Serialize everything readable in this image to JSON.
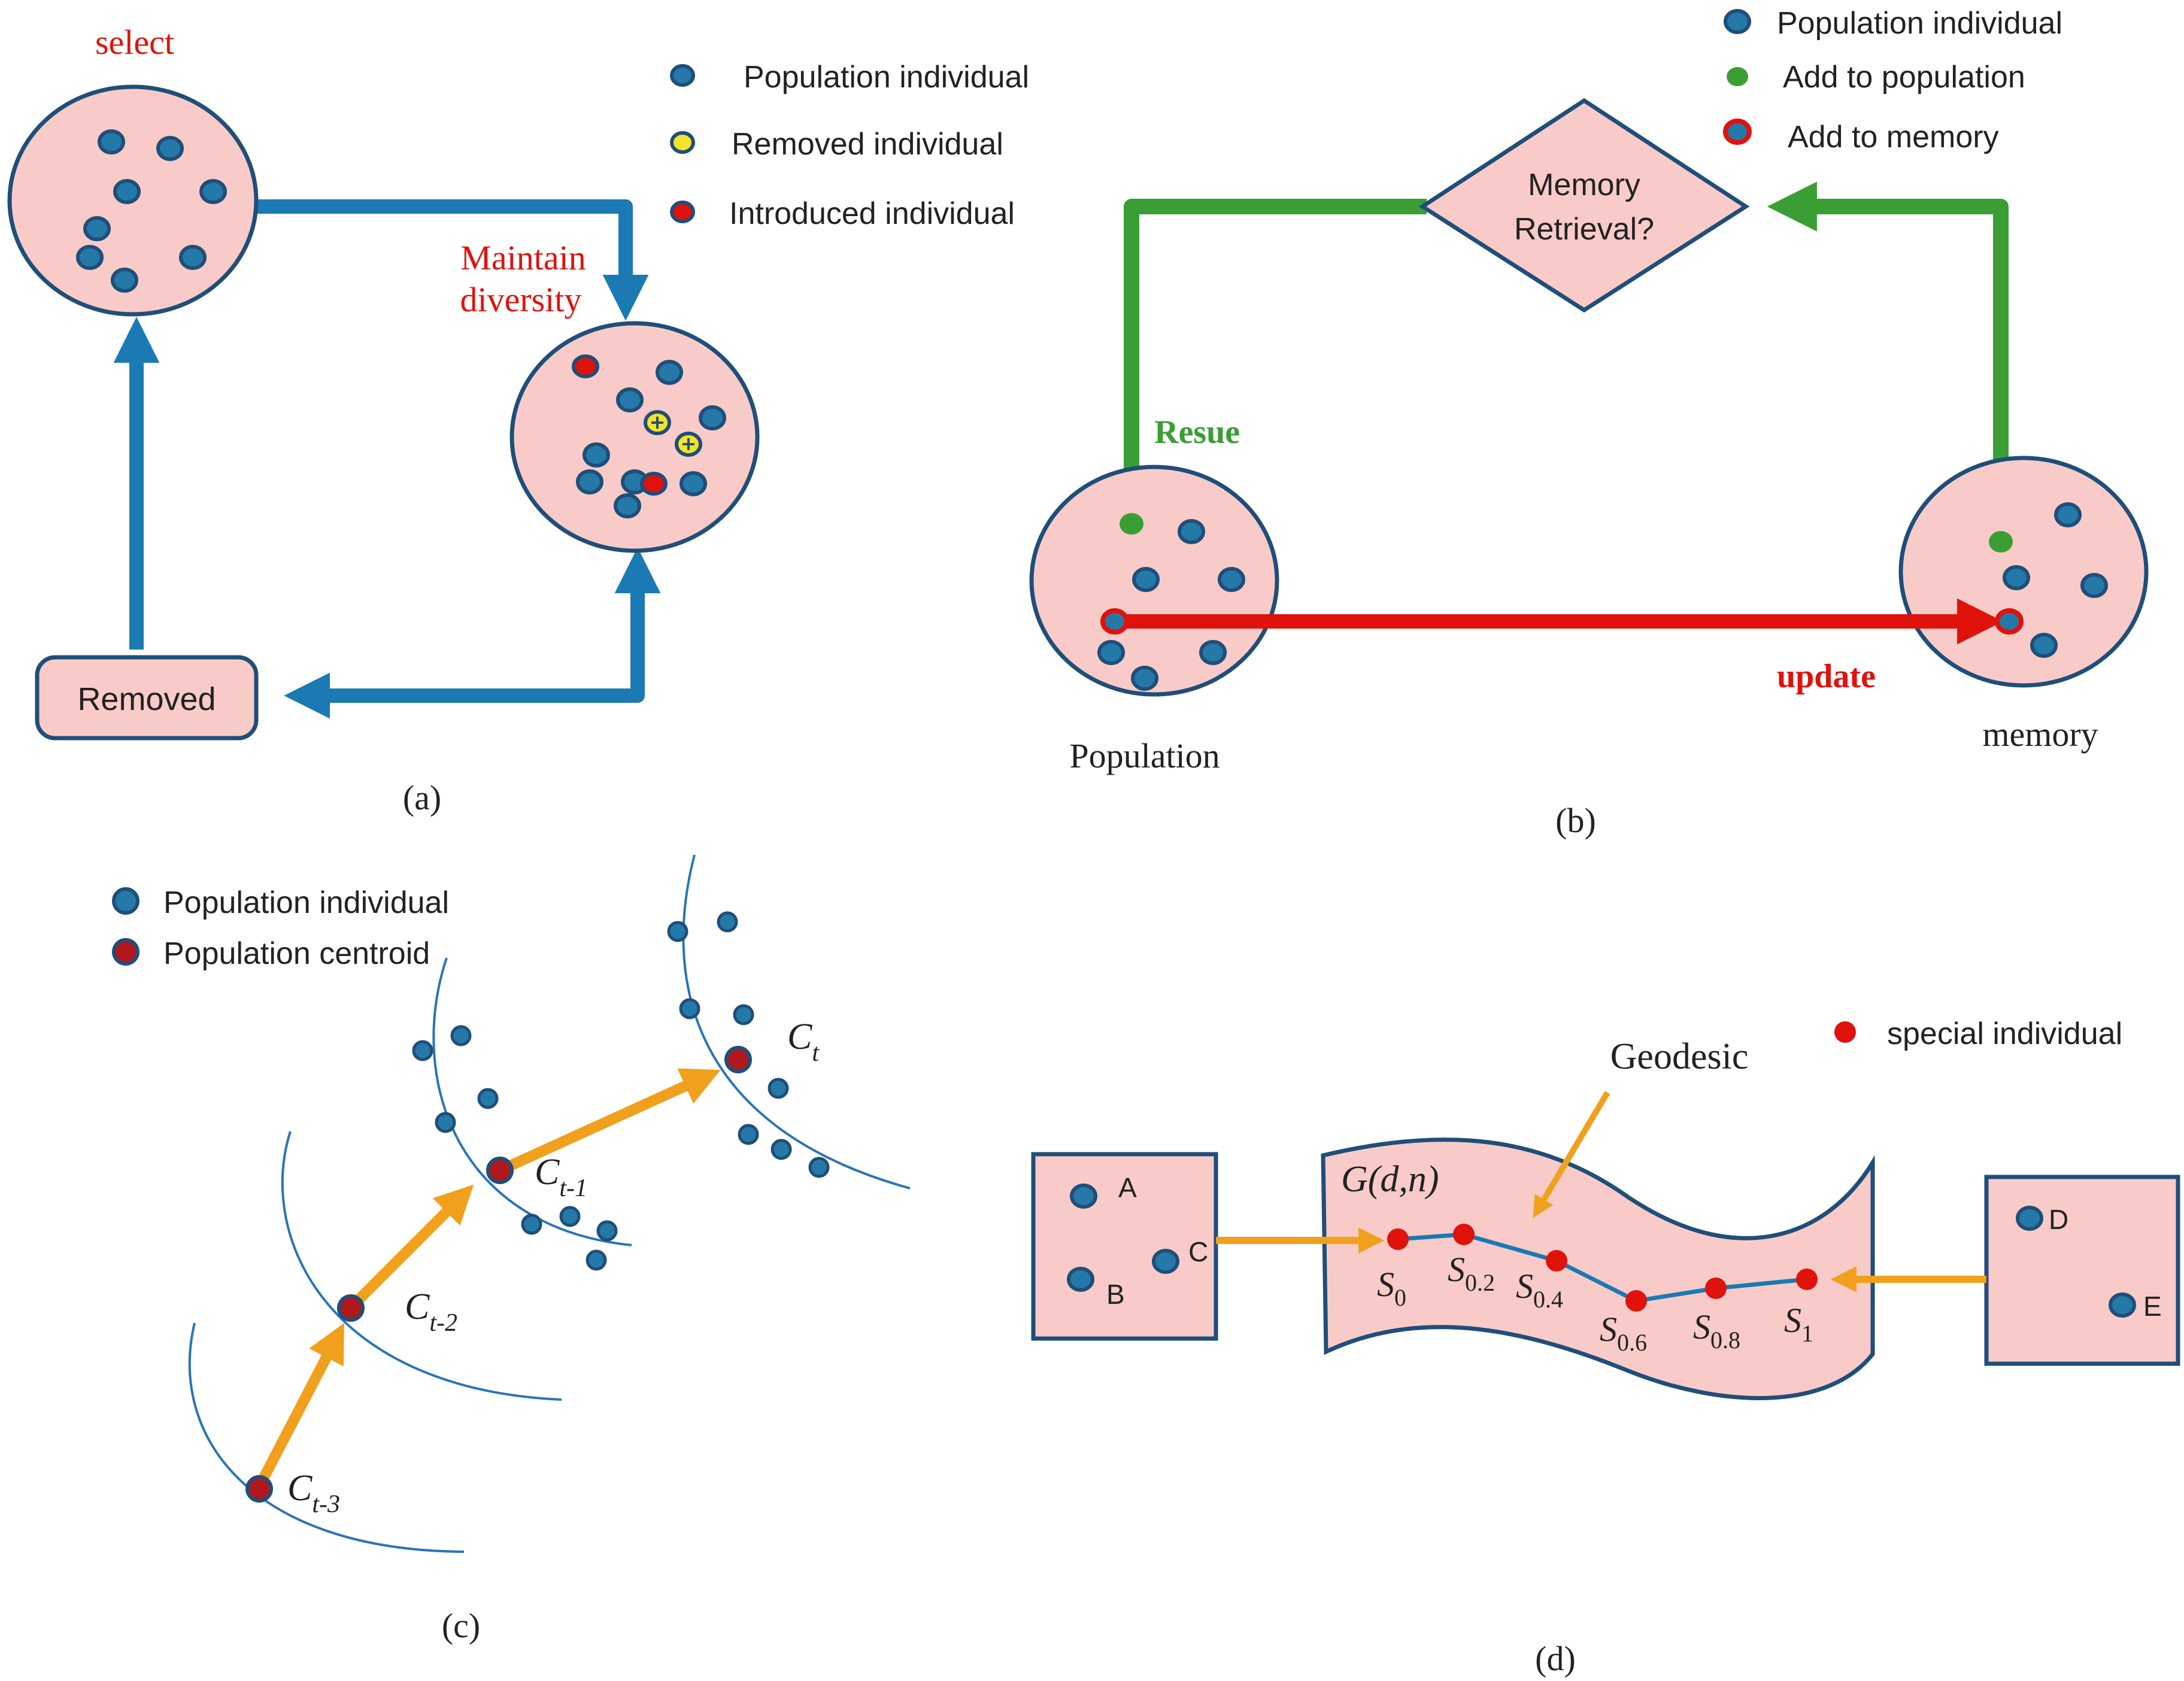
{
  "colors": {
    "blue": "#1b7ab3",
    "dot_fill": "#2479a8",
    "dot_stroke": "#1f4e79",
    "pink": "#f8cbc8",
    "outline": "#1f4e79",
    "red": "#e0120c",
    "green": "#3a9e35",
    "orange": "#f0a01c",
    "yellow": "#f5e32a",
    "centroid": "#b0181c",
    "arc": "#2a74b8"
  },
  "panel_a": {
    "select_label": "select",
    "maintain_label_1": "Maintain",
    "maintain_label_2": "diversity",
    "removed_box": "Removed",
    "legend": [
      "Population individual",
      "Removed individual",
      "Introduced individual"
    ],
    "caption": "(a)"
  },
  "panel_b": {
    "legend": [
      "Population individual",
      "Add to population",
      "Add to memory"
    ],
    "diamond_line1": "Memory",
    "diamond_line2": "Retrieval?",
    "resue_label": "Resue",
    "update_label": "update",
    "population_label": "Population",
    "memory_label": "memory",
    "caption": "(b)"
  },
  "panel_c": {
    "legend": [
      "Population individual",
      "Population centroid"
    ],
    "centroids": [
      {
        "base": "C",
        "sub": "t"
      },
      {
        "base": "C",
        "sub": "t-1"
      },
      {
        "base": "C",
        "sub": "t-2"
      },
      {
        "base": "C",
        "sub": "t-3"
      }
    ],
    "caption": "(c)"
  },
  "panel_d": {
    "legend": "special individual",
    "geodesic_label": "Geodesic",
    "manifold_label": "G(d,n)",
    "left_box_points": [
      "A",
      "B",
      "C"
    ],
    "right_box_points": [
      "D",
      "E"
    ],
    "path_points": [
      {
        "base": "S",
        "sub": "0"
      },
      {
        "base": "S",
        "sub": "0.2"
      },
      {
        "base": "S",
        "sub": "0.4"
      },
      {
        "base": "S",
        "sub": "0.6"
      },
      {
        "base": "S",
        "sub": "0.8"
      },
      {
        "base": "S",
        "sub": "1"
      }
    ],
    "caption": "(d)"
  }
}
